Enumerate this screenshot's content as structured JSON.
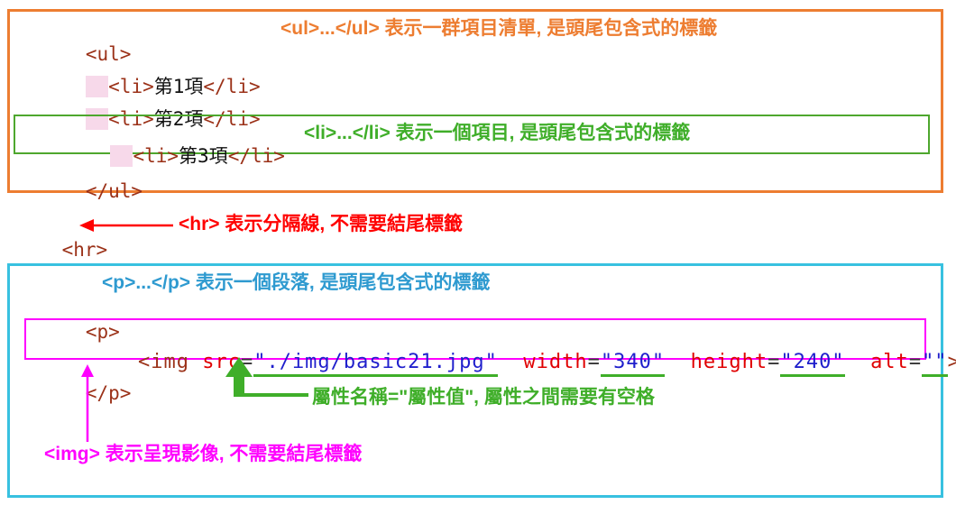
{
  "colors": {
    "ul_box_border": "#ED7D31",
    "li_box_border": "#4EA72E",
    "p_box_border": "#38C1E0",
    "img_box_border": "#FF00FF",
    "annotation_orange": "#ED7D31",
    "annotation_green": "#3FAE29",
    "annotation_red": "#FF0000",
    "annotation_blue": "#2E9AD0",
    "annotation_magenta": "#FF00FF",
    "code_tag_color": "#9B3118",
    "code_attr_color": "#E00000",
    "code_value_color": "#1F1FCC",
    "value_underline_color": "#3FAE29"
  },
  "ul_box": {
    "open": "<ul>",
    "indent": "  ",
    "items": [
      {
        "open": "<li>",
        "text": "第1項",
        "close": "</li>"
      },
      {
        "open": "<li>",
        "text": "第2項",
        "close": "</li>"
      },
      {
        "open": "<li>",
        "text": "第3項",
        "close": "</li>"
      }
    ],
    "close": "</ul>",
    "annotation": "<ul>...</ul> 表示一群項目清單, 是頭尾包含式的標籤",
    "li_annotation": "<li>...</li> 表示一個項目, 是頭尾包含式的標籤"
  },
  "hr_section": {
    "code": "<hr>",
    "annotation": "<hr> 表示分隔線, 不需要結尾標籤"
  },
  "p_box": {
    "annotation": "<p>...</p> 表示一個段落, 是頭尾包含式的標籤",
    "open": "<p>",
    "close": "</p>",
    "img": {
      "open": "<img ",
      "src_name": "src",
      "eq": "=",
      "src_value": "\"./img/basic21.jpg\"",
      "gap": "  ",
      "width_name": "width",
      "width_value": "\"340\"",
      "height_name": "height",
      "height_value": "\"240\"",
      "alt_name": "alt",
      "alt_value": "\"\"",
      "close": ">"
    },
    "attr_annotation": "屬性名稱=\"屬性值\", 屬性之間需要有空格",
    "img_annotation": "<img> 表示呈現影像, 不需要結尾標籤"
  }
}
